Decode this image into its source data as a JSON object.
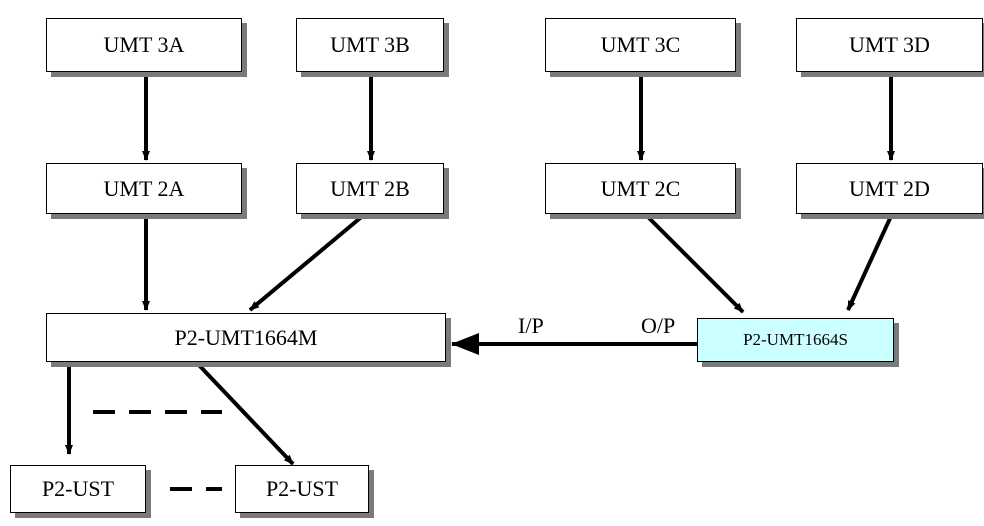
{
  "nodes": {
    "umt_3a": "UMT 3A",
    "umt_3b": "UMT 3B",
    "umt_3c": "UMT 3C",
    "umt_3d": "UMT 3D",
    "umt_2a": "UMT 2A",
    "umt_2b": "UMT 2B",
    "umt_2c": "UMT 2C",
    "umt_2d": "UMT 2D",
    "master": "P2-UMT1664M",
    "slave": "P2-UMT1664S",
    "ust_1": "P2-UST",
    "ust_2": "P2-UST"
  },
  "labels": {
    "input": "I/P",
    "output": "O/P"
  },
  "colors": {
    "slave_fill": "#ccffff",
    "shadow": "#7a7a7a",
    "line": "#000000"
  }
}
